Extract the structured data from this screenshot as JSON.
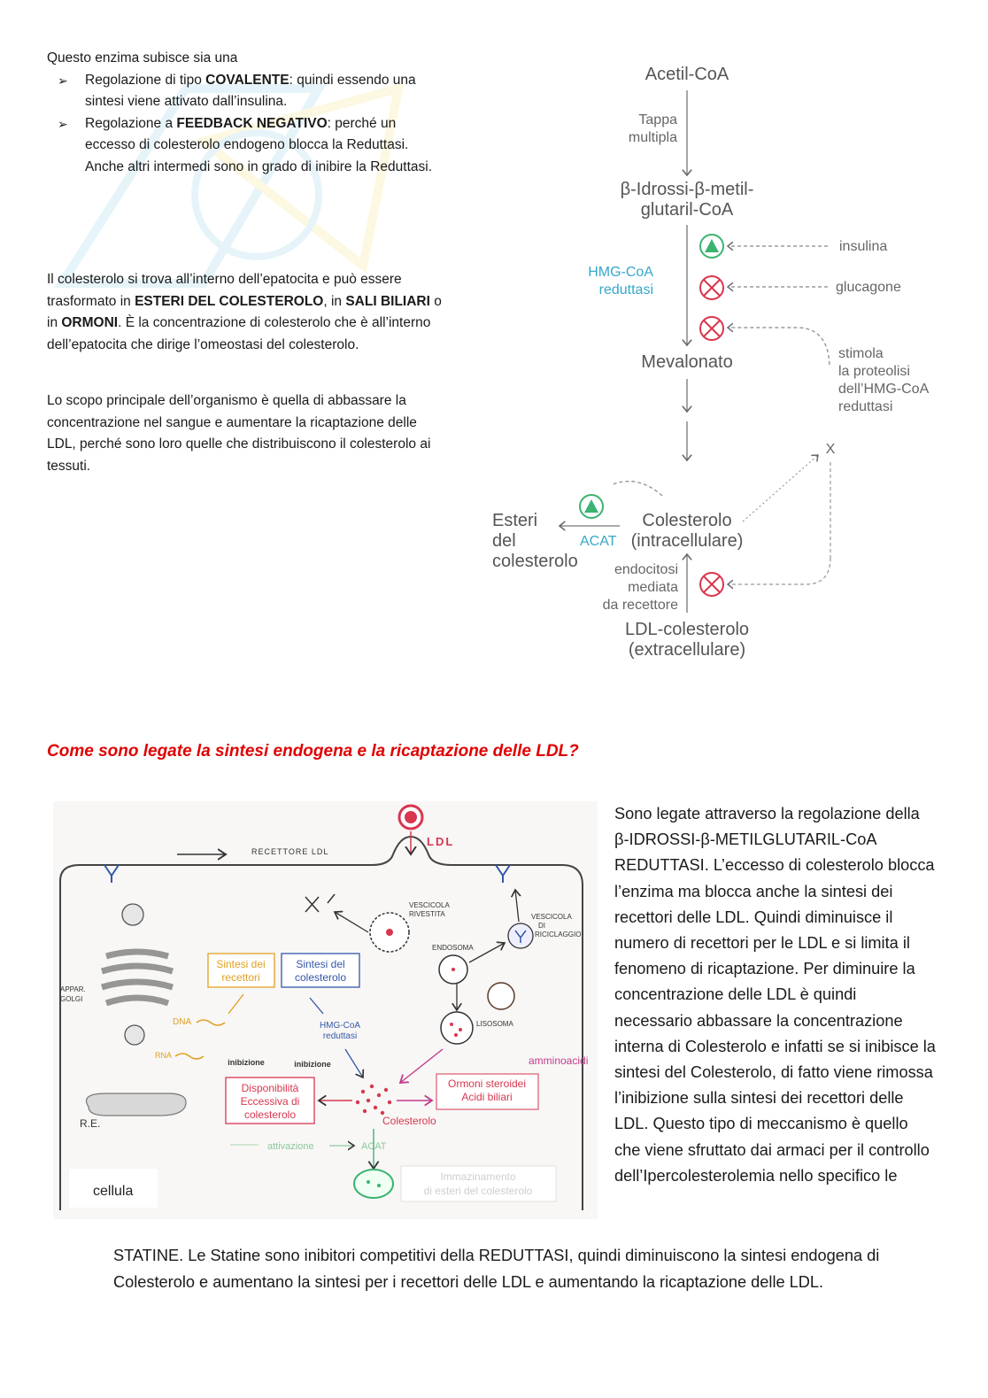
{
  "intro": {
    "line": "Questo enzima subisce sia una",
    "bullet1": {
      "pre": "Regolazione di tipo ",
      "bold": "COVALENTE",
      "post": ": quindi essendo una sintesi viene attivato dall’insulina."
    },
    "bullet2": {
      "pre": "Regolazione a ",
      "bold": "FEEDBACK NEGATIVO",
      "post": ": perché un eccesso di colesterolo endogeno blocca la Reduttasi. Anche altri intermedi sono in grado di inibire la Reduttasi."
    }
  },
  "para1": {
    "t1": "Il colesterolo si trova all’interno dell’epatocita e può essere trasformato in ",
    "b1": "ESTERI DEL COLESTEROLO",
    "t2": ", in ",
    "b2": "SALI BILIARI",
    "t3": " o in ",
    "b3": "ORMONI",
    "t4": ". È la concentrazione di colesterolo che è all’interno dell’epatocita che dirige l’omeostasi del colesterolo."
  },
  "para2": "Lo scopo principale dell’organismo è quella di abbassare la concentrazione nel sangue e aumentare la ricaptazione delle LDL, perché sono loro quelle che distribuiscono il colesterolo ai tessuti.",
  "pathway": {
    "acetil": "Acetil-CoA",
    "tappa1": "Tappa",
    "tappa2": "multipla",
    "hmg1": "β-Idrossi-β-metil-",
    "hmg2": "glutaril-CoA",
    "enzyme1": "HMG-CoA",
    "enzyme2": "reduttasi",
    "insulina": "insulina",
    "glucagone": "glucagone",
    "mevalonato": "Mevalonato",
    "stimola1": "stimola",
    "stimola2": "la proteolisi",
    "stimola3": "dell’HMG-CoA",
    "stimola4": "reduttasi",
    "x": "X",
    "esteri1": "Esteri",
    "esteri2": "del",
    "esteri3": "colesterolo",
    "acat": "ACAT",
    "col1": "Colesterolo",
    "col2": "(intracellulare)",
    "endo1": "endocitosi",
    "endo2": "mediata",
    "endo3": "da recettore",
    "ldl1": "LDL-colesterolo",
    "ldl2": "(extracellulare)"
  },
  "question": "Come sono legate la sintesi endogena e la ricaptazione delle LDL?",
  "cell": {
    "ldl": "LDL",
    "recettore": "RECETTORE LDL",
    "vesc_riv1": "VESCICOLA",
    "vesc_riv2": "RIVESTITA",
    "vesc_ric1": "VESCICOLA",
    "vesc_ric2": "DI",
    "vesc_ric3": "RICICLAGGIO",
    "endosoma": "ENDOSOMA",
    "lisosoma": "LISOSOMA",
    "amminoacidi": "amminoacidi",
    "golgi1": "APPAR.",
    "golgi2": "GOLGI",
    "sintesi_rec1": "Sintesi dei",
    "sintesi_rec2": "recettori",
    "sintesi_col1": "Sintesi del",
    "sintesi_col2": "colesterolo",
    "dna": "DNA",
    "rna": "RNA",
    "hmg1": "HMG-CoA",
    "hmg2": "reduttasi",
    "inib1": "inibizione",
    "inib2": "inibizione",
    "disp1": "Disponibilità",
    "disp2": "Eccessiva di",
    "disp3": "colesterolo",
    "ormoni1": "Ormoni steroidei",
    "ormoni2": "Acidi biliari",
    "colesterolo": "Colesterolo",
    "re": "R.E.",
    "attivazione": "attivazione",
    "acat": "ACAT",
    "imm1": "Immazinamento",
    "imm2": "di esteri del colesterolo",
    "cellula": "cellula"
  },
  "right_text": "Sono legate attraverso la regolazione della β-IDROSSI-β-METILGLUTARIL-CoA REDUTTASI. L’eccesso di colesterolo blocca l’enzima ma blocca anche la sintesi dei recettori delle LDL. Quindi diminuisce il numero di recettori per le LDL e si limita il fenomeno di ricaptazione. Per diminuire la concentrazione delle LDL è quindi necessario abbassare la concentrazione interna di Colesterolo e infatti se si inibisce la sintesi del Colesterolo, di fatto viene rimossa l’inibizione sulla sintesi dei recettori delle LDL. Questo tipo di meccanismo è quello che viene sfruttato dai armaci per il controllo dell’Ipercolesterolemia nello specifico le",
  "bottom_text": "STATINE. Le Statine sono inibitori competitivi della REDUTTASI, quindi diminuiscono la sintesi endogena di Colesterolo e aumentano la sintesi per i recettori delle LDL e aumentando la ricaptazione delle LDL.",
  "colors": {
    "question": "#e00000",
    "teal": "#35a8c9",
    "green": "#3cb371",
    "inhibit": "#d9364f"
  }
}
